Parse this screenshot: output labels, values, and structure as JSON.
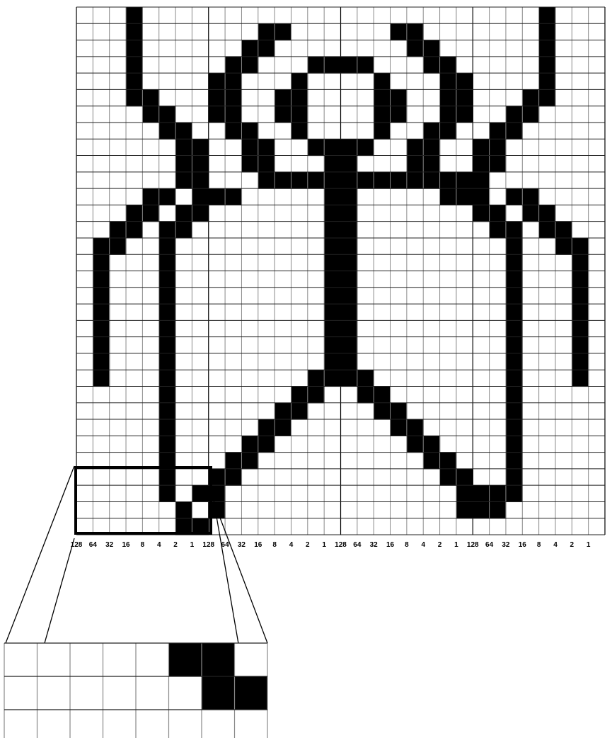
{
  "grid": {
    "cols": 32,
    "rows": 32,
    "filled_rows": {
      "0": [
        [
          3,
          3
        ],
        [
          28,
          28
        ]
      ],
      "1": [
        [
          3,
          3
        ],
        [
          11,
          12
        ],
        [
          19,
          20
        ],
        [
          28,
          28
        ]
      ],
      "2": [
        [
          3,
          3
        ],
        [
          10,
          11
        ],
        [
          20,
          21
        ],
        [
          28,
          28
        ]
      ],
      "3": [
        [
          3,
          3
        ],
        [
          9,
          10
        ],
        [
          14,
          17
        ],
        [
          21,
          22
        ],
        [
          28,
          28
        ]
      ],
      "4": [
        [
          3,
          3
        ],
        [
          8,
          9
        ],
        [
          13,
          13
        ],
        [
          18,
          18
        ],
        [
          22,
          23
        ],
        [
          28,
          28
        ]
      ],
      "5": [
        [
          3,
          4
        ],
        [
          8,
          9
        ],
        [
          12,
          13
        ],
        [
          18,
          19
        ],
        [
          22,
          23
        ],
        [
          27,
          28
        ]
      ],
      "6": [
        [
          4,
          5
        ],
        [
          8,
          9
        ],
        [
          12,
          13
        ],
        [
          18,
          19
        ],
        [
          22,
          23
        ],
        [
          26,
          27
        ]
      ],
      "7": [
        [
          5,
          6
        ],
        [
          9,
          10
        ],
        [
          13,
          13
        ],
        [
          18,
          18
        ],
        [
          21,
          22
        ],
        [
          25,
          26
        ]
      ],
      "8": [
        [
          6,
          7
        ],
        [
          10,
          11
        ],
        [
          14,
          17
        ],
        [
          20,
          21
        ],
        [
          24,
          25
        ]
      ],
      "9": [
        [
          6,
          7
        ],
        [
          10,
          11
        ],
        [
          15,
          16
        ],
        [
          20,
          21
        ],
        [
          24,
          25
        ]
      ],
      "10": [
        [
          6,
          7
        ],
        [
          11,
          24
        ]
      ],
      "11": [
        [
          4,
          5
        ],
        [
          7,
          9
        ],
        [
          15,
          16
        ],
        [
          22,
          24
        ],
        [
          26,
          27
        ]
      ],
      "12": [
        [
          3,
          4
        ],
        [
          6,
          7
        ],
        [
          15,
          16
        ],
        [
          24,
          25
        ],
        [
          27,
          28
        ]
      ],
      "13": [
        [
          2,
          3
        ],
        [
          5,
          6
        ],
        [
          15,
          16
        ],
        [
          25,
          26
        ],
        [
          28,
          29
        ]
      ],
      "14": [
        [
          1,
          2
        ],
        [
          5,
          5
        ],
        [
          15,
          16
        ],
        [
          26,
          26
        ],
        [
          29,
          30
        ]
      ],
      "15": [
        [
          1,
          1
        ],
        [
          5,
          5
        ],
        [
          15,
          16
        ],
        [
          26,
          26
        ],
        [
          30,
          30
        ]
      ],
      "16": [
        [
          1,
          1
        ],
        [
          5,
          5
        ],
        [
          15,
          16
        ],
        [
          26,
          26
        ],
        [
          30,
          30
        ]
      ],
      "17": [
        [
          1,
          1
        ],
        [
          5,
          5
        ],
        [
          15,
          16
        ],
        [
          26,
          26
        ],
        [
          30,
          30
        ]
      ],
      "18": [
        [
          1,
          1
        ],
        [
          5,
          5
        ],
        [
          15,
          16
        ],
        [
          26,
          26
        ],
        [
          30,
          30
        ]
      ],
      "19": [
        [
          1,
          1
        ],
        [
          5,
          5
        ],
        [
          15,
          16
        ],
        [
          26,
          26
        ],
        [
          30,
          30
        ]
      ],
      "20": [
        [
          1,
          1
        ],
        [
          5,
          5
        ],
        [
          15,
          16
        ],
        [
          26,
          26
        ],
        [
          30,
          30
        ]
      ],
      "21": [
        [
          1,
          1
        ],
        [
          5,
          5
        ],
        [
          15,
          16
        ],
        [
          26,
          26
        ],
        [
          30,
          30
        ]
      ],
      "22": [
        [
          1,
          1
        ],
        [
          5,
          5
        ],
        [
          14,
          17
        ],
        [
          26,
          26
        ],
        [
          30,
          30
        ]
      ],
      "23": [
        [
          5,
          5
        ],
        [
          13,
          14
        ],
        [
          17,
          18
        ],
        [
          26,
          26
        ]
      ],
      "24": [
        [
          5,
          5
        ],
        [
          12,
          13
        ],
        [
          18,
          19
        ],
        [
          26,
          26
        ]
      ],
      "25": [
        [
          5,
          5
        ],
        [
          11,
          12
        ],
        [
          19,
          20
        ],
        [
          26,
          26
        ]
      ],
      "26": [
        [
          5,
          5
        ],
        [
          10,
          11
        ],
        [
          20,
          21
        ],
        [
          26,
          26
        ]
      ],
      "27": [
        [
          5,
          5
        ],
        [
          9,
          10
        ],
        [
          21,
          22
        ],
        [
          26,
          26
        ]
      ],
      "28": [
        [
          5,
          5
        ],
        [
          8,
          9
        ],
        [
          22,
          23
        ],
        [
          26,
          26
        ]
      ],
      "29": [
        [
          5,
          5
        ],
        [
          7,
          8
        ],
        [
          23,
          24
        ],
        [
          25,
          26
        ]
      ],
      "30": [
        [
          6,
          6
        ],
        [
          8,
          8
        ],
        [
          23,
          25
        ]
      ],
      "31": [
        [
          6,
          7
        ]
      ]
    }
  },
  "bit_labels": [
    "128",
    "64",
    "32",
    "16",
    "8",
    "4",
    "2",
    "1",
    "128",
    "64",
    "32",
    "16",
    "8",
    "4",
    "2",
    "1",
    "128",
    "64",
    "32",
    "16",
    "8",
    "4",
    "2",
    "1",
    "128",
    "64",
    "32",
    "16",
    "8",
    "4",
    "2",
    "1"
  ],
  "zoom": {
    "cols": 8,
    "rows": 3,
    "filled": [
      [
        0,
        5
      ],
      [
        0,
        6
      ],
      [
        1,
        6
      ],
      [
        1,
        7
      ]
    ]
  }
}
